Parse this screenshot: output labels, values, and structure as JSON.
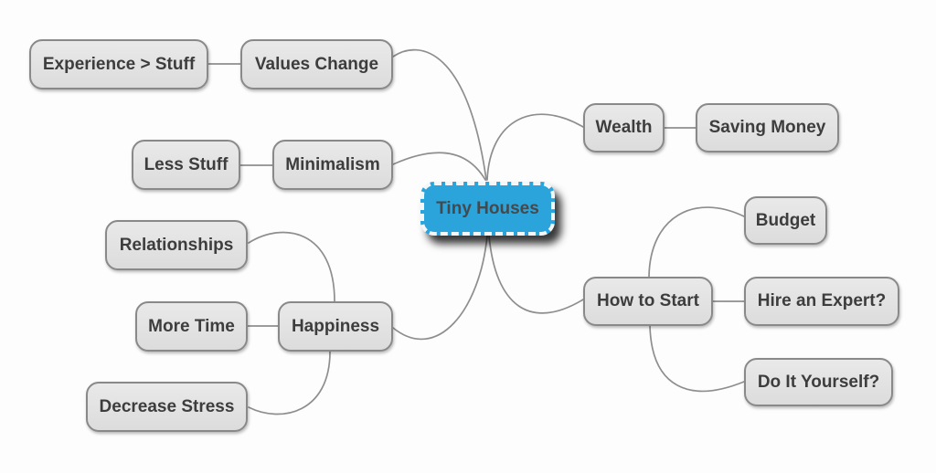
{
  "diagram": {
    "type": "mind-map",
    "background": "#fdfdfd",
    "colors": {
      "node_fill": "#e4e4e4",
      "node_border": "#898989",
      "node_text": "#3d3d3d",
      "center_fill": "#2ba4dc",
      "center_border": "#f3f7f9",
      "center_text": "#45494c",
      "edge": "#8e8e8e"
    },
    "center": {
      "label": "Tiny Houses"
    },
    "nodes": [
      {
        "label": "Experience > Stuff"
      },
      {
        "label": "Values Change"
      },
      {
        "label": "Less Stuff"
      },
      {
        "label": "Minimalism"
      },
      {
        "label": "Relationships"
      },
      {
        "label": "More Time"
      },
      {
        "label": "Happiness"
      },
      {
        "label": "Decrease Stress"
      },
      {
        "label": "Wealth"
      },
      {
        "label": "Saving Money"
      },
      {
        "label": "Budget"
      },
      {
        "label": "How to Start"
      },
      {
        "label": "Hire an Expert?"
      },
      {
        "label": "Do It Yourself?"
      }
    ],
    "branches": [
      {
        "topic": "Values Change",
        "children": [
          "Experience > Stuff"
        ]
      },
      {
        "topic": "Minimalism",
        "children": [
          "Less Stuff"
        ]
      },
      {
        "topic": "Happiness",
        "children": [
          "Relationships",
          "More Time",
          "Decrease Stress"
        ]
      },
      {
        "topic": "Wealth",
        "children": [
          "Saving Money"
        ]
      },
      {
        "topic": "How to Start",
        "children": [
          "Budget",
          "Hire an Expert?",
          "Do It Yourself?"
        ]
      }
    ]
  }
}
